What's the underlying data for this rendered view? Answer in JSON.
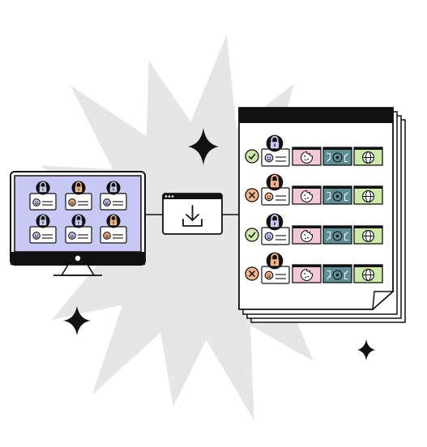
{
  "colors": {
    "burst": "#e6e6e6",
    "ink": "#111111",
    "screen": "#c8c8f4",
    "lavender": "#c9c9f2",
    "orange": "#f3b58a",
    "green": "#cdeaa8",
    "pink": "#f4c9d6",
    "teal": "#5f8f96",
    "ok": "#cdeaa8",
    "bad": "#f3b58a"
  },
  "monitor": {
    "tiles": [
      {
        "lock": "#c9c9f2",
        "face": "#c9c9f2"
      },
      {
        "lock": "#f3b58a",
        "face": "#f3b58a"
      },
      {
        "lock": "#c9c9f2",
        "face": "#c9c9f2"
      },
      {
        "lock": "#c9c9f2",
        "face": "#c9c9f2"
      },
      {
        "lock": "#c9c9f2",
        "face": "#c9c9f2"
      },
      {
        "lock": "#f3b58a",
        "face": "#f3b58a"
      }
    ]
  },
  "document": {
    "rows": [
      {
        "status": "check",
        "face": "#c9c9f2"
      },
      {
        "status": "cross",
        "face": "#f3b58a"
      },
      {
        "status": "check",
        "face": "#c9c9f2"
      },
      {
        "status": "cross",
        "face": "#f3b58a"
      }
    ]
  },
  "icons": {
    "download": "download-icon",
    "lock": "lock-icon",
    "check": "check-icon",
    "cross": "cross-icon",
    "cookie": "cookie-icon",
    "tracker": "tracker-icon",
    "globe": "globe-icon",
    "sparkle": "sparkle-icon"
  }
}
